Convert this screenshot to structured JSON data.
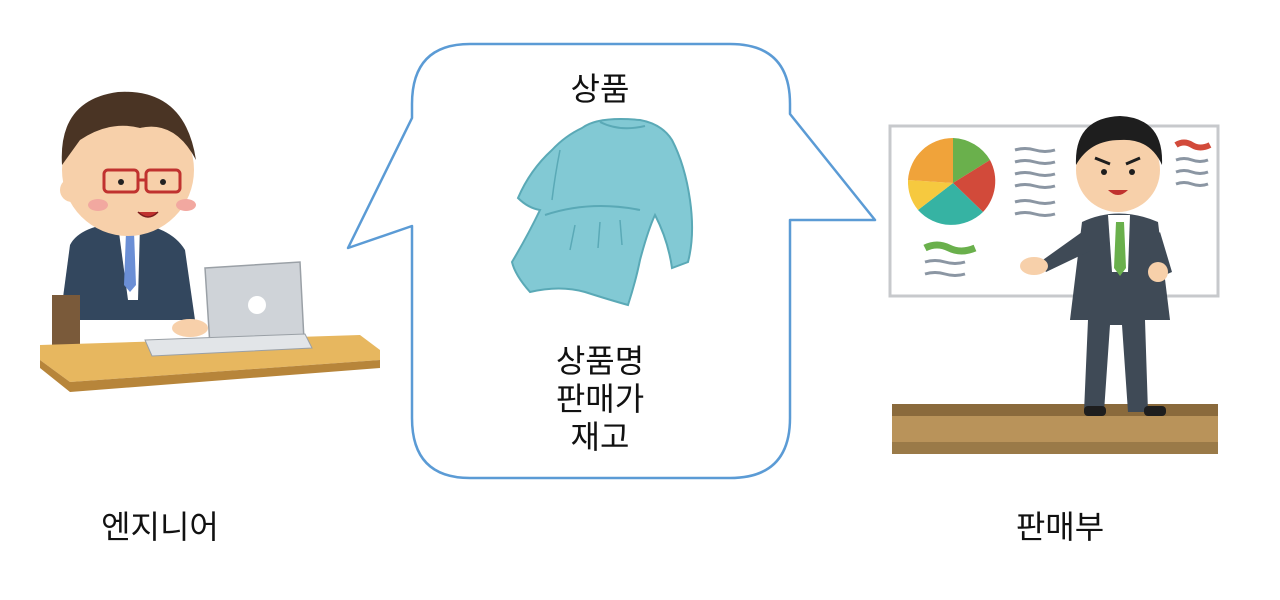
{
  "bubble": {
    "title": "상품",
    "info_lines": [
      "상품명",
      "판매가",
      "재고"
    ]
  },
  "engineer": {
    "label": "엔지니어"
  },
  "sales": {
    "label": "판매부"
  },
  "colors": {
    "bubble_stroke": "#5b9bd5",
    "dress": "#7ec8d3",
    "suit": "#3a4a5e",
    "desk": "#e7b75f",
    "stage": "#b9935a",
    "pie_orange": "#f0a33a",
    "pie_green": "#6ab04c",
    "pie_red": "#d24a3a",
    "pie_teal": "#36b3a3",
    "pie_yellow": "#f6c93f"
  }
}
